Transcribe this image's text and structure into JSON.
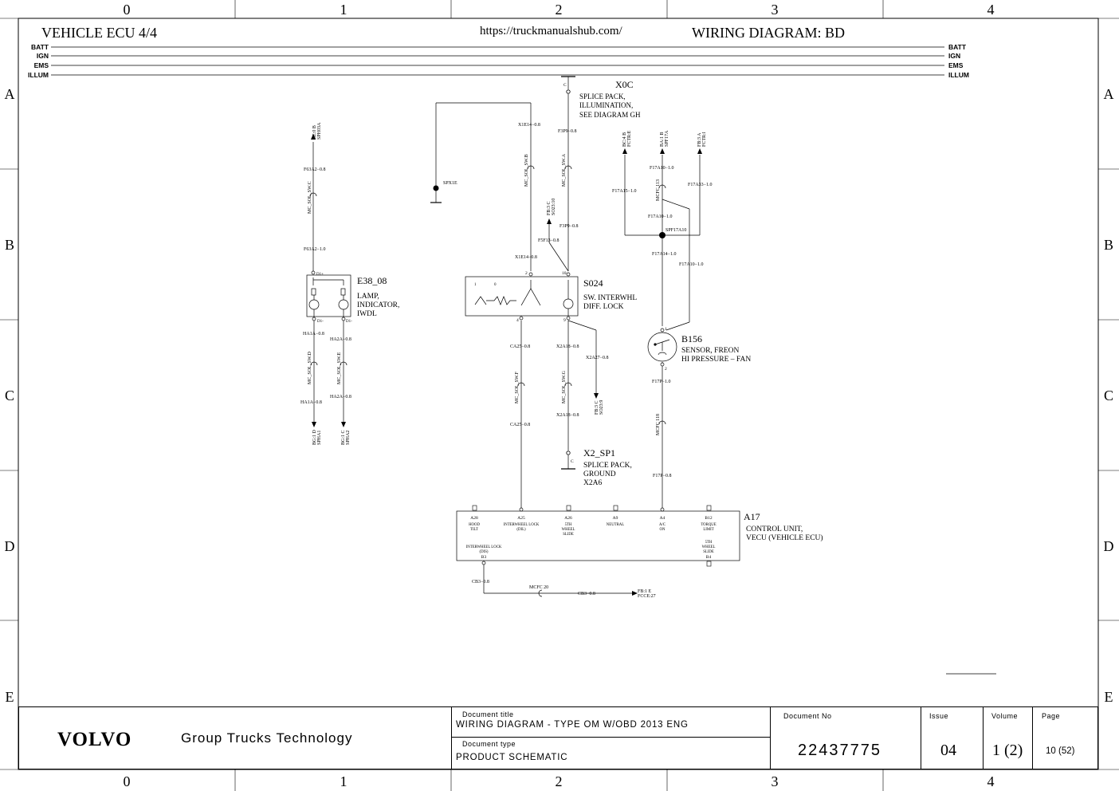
{
  "header": {
    "left_title": "VEHICLE ECU 4/4",
    "url": "https://truckmanualshub.com/",
    "right_title": "WIRING DIAGRAM: BD"
  },
  "grid": {
    "columns": [
      "0",
      "1",
      "2",
      "3",
      "4"
    ],
    "rows": [
      "A",
      "B",
      "C",
      "D",
      "E"
    ]
  },
  "buses": [
    "BATT",
    "IGN",
    "EMS",
    "ILLUM"
  ],
  "components": {
    "x0c": {
      "id": "X0C",
      "desc": [
        "SPLICE PACK,",
        "ILLUMINATION,",
        "SEE DIAGRAM GH"
      ],
      "pin": "C"
    },
    "e38": {
      "id": "E38_08",
      "desc": [
        "LAMP,",
        "INDICATOR,",
        "IWDL"
      ],
      "pins": [
        "D1+",
        "D1-",
        "D1-"
      ]
    },
    "s024": {
      "id": "S024",
      "desc": [
        "SW. INTERWHL",
        "DIFF. LOCK"
      ],
      "pins": [
        "2",
        "10",
        "4",
        "9"
      ],
      "pos": [
        "1",
        "0"
      ]
    },
    "b156": {
      "id": "B156",
      "desc": [
        "SENSOR, FREON",
        "HI PRESSURE – FAN"
      ],
      "pins": [
        "1",
        "2"
      ]
    },
    "x2sp1": {
      "id": "X2_SP1",
      "desc": [
        "SPLICE PACK,",
        "GROUND",
        "X2A6"
      ],
      "pin": "C"
    },
    "a17": {
      "id": "A17",
      "desc": [
        "CONTROL UNIT,",
        "VECU (VEHICLE ECU)"
      ],
      "pins": [
        {
          "pin": "A28",
          "name": [
            "HOOD",
            "TILT"
          ]
        },
        {
          "pin": "A25",
          "name": [
            "INTERWHEEL LOCK",
            "(DIL)"
          ]
        },
        {
          "pin": "A26",
          "name": [
            "5TH",
            "WHEEL",
            "SLIDE"
          ]
        },
        {
          "pin": "A9",
          "name": [
            "NEUTRAL"
          ]
        },
        {
          "pin": "A4",
          "name": [
            "A/C",
            "ON"
          ]
        },
        {
          "pin": "B12",
          "name": [
            "TORQUE",
            "LIMIT"
          ]
        }
      ],
      "bottom_pins": [
        {
          "pin": "B3",
          "name": [
            "INTERWHEEL LOCK",
            "(DIS)"
          ]
        },
        {
          "pin": "B4",
          "name": [
            "5TH",
            "WHEEL",
            "SLIDE"
          ]
        }
      ]
    }
  },
  "wires": {
    "f63a2_08": "F63A2−0.8",
    "mc_sol_sw_c": "MC_SOL_SW.C",
    "f63a2_10": "F63A2−1.0",
    "ha1a_08": "HA1A−0.8",
    "ha2a_08": "HA2A−0.8",
    "mc_sol_sw_d": "MC_SOL_SW.D",
    "mc_sol_sw_e": "MC_SOL_SW.E",
    "x1e14_08": "X1E14−0.8",
    "spx1e": "SPX1E",
    "mc_sol_sw_b": "MC_SOL_SW.B",
    "f3p9_08": "F3P9−0.8",
    "mc_sol_sw_a": "MC_SOL_SW.A",
    "f5f13_08": "F5F13−0.8",
    "ca25_08": "CA25−0.8",
    "x2a18_08": "X2A18−0.8",
    "x2a27_08": "X2A27−0.8",
    "mc_sol_sw_f": "MC_SOL_SW.F",
    "mc_sol_sw_g": "MC_SOL_SW.G",
    "f17a15_10": "F17A15−1.0",
    "f17a10_10": "F17A10−1.0",
    "f17a33_10": "F17A33−1.0",
    "mcfc113": "MCFC 113",
    "spf17a10": "SPF17A10",
    "f17a14_10": "F17A14−1.0",
    "f17p_10": "F17P−1.0",
    "mcfc118": "MCFC 118",
    "f17p_08": "F17P−0.8",
    "cb3_08": "CB3−0.8",
    "mcfc20": "MCFC 20"
  },
  "refs": {
    "be0b": [
      "BE:0 B",
      "SPH03A"
    ],
    "bg1d": [
      "BG:1 D",
      "SPHA1"
    ],
    "bg1c": [
      "BG:1 C",
      "SPHA2"
    ],
    "fb3c_top": [
      "FB:3 C",
      "SO23:10"
    ],
    "fb3c_bot": [
      "FB:3 C",
      "SO23:9"
    ],
    "bc4b": [
      "BC:4 B",
      "FCTR:E"
    ],
    "ba1b": [
      "BA:1 B",
      "SPF17A"
    ],
    "fb3a": [
      "FB:3 A",
      "FCTR:I"
    ],
    "fb1e": [
      "FB:1 E",
      "FCCE:27"
    ]
  },
  "title_block": {
    "brand": "VOLVO",
    "division": "Group Trucks Technology",
    "doc_title_label": "Document title",
    "doc_title": "WIRING DIAGRAM - TYPE OM W/OBD 2013 ENG",
    "doc_type_label": "Document type",
    "doc_type": "PRODUCT SCHEMATIC",
    "doc_no_label": "Document No",
    "doc_no": "22437775",
    "issue_label": "Issue",
    "issue": "04",
    "volume_label": "Volume",
    "volume": "1 (2)",
    "page_label": "Page",
    "page": "10 (52)"
  }
}
